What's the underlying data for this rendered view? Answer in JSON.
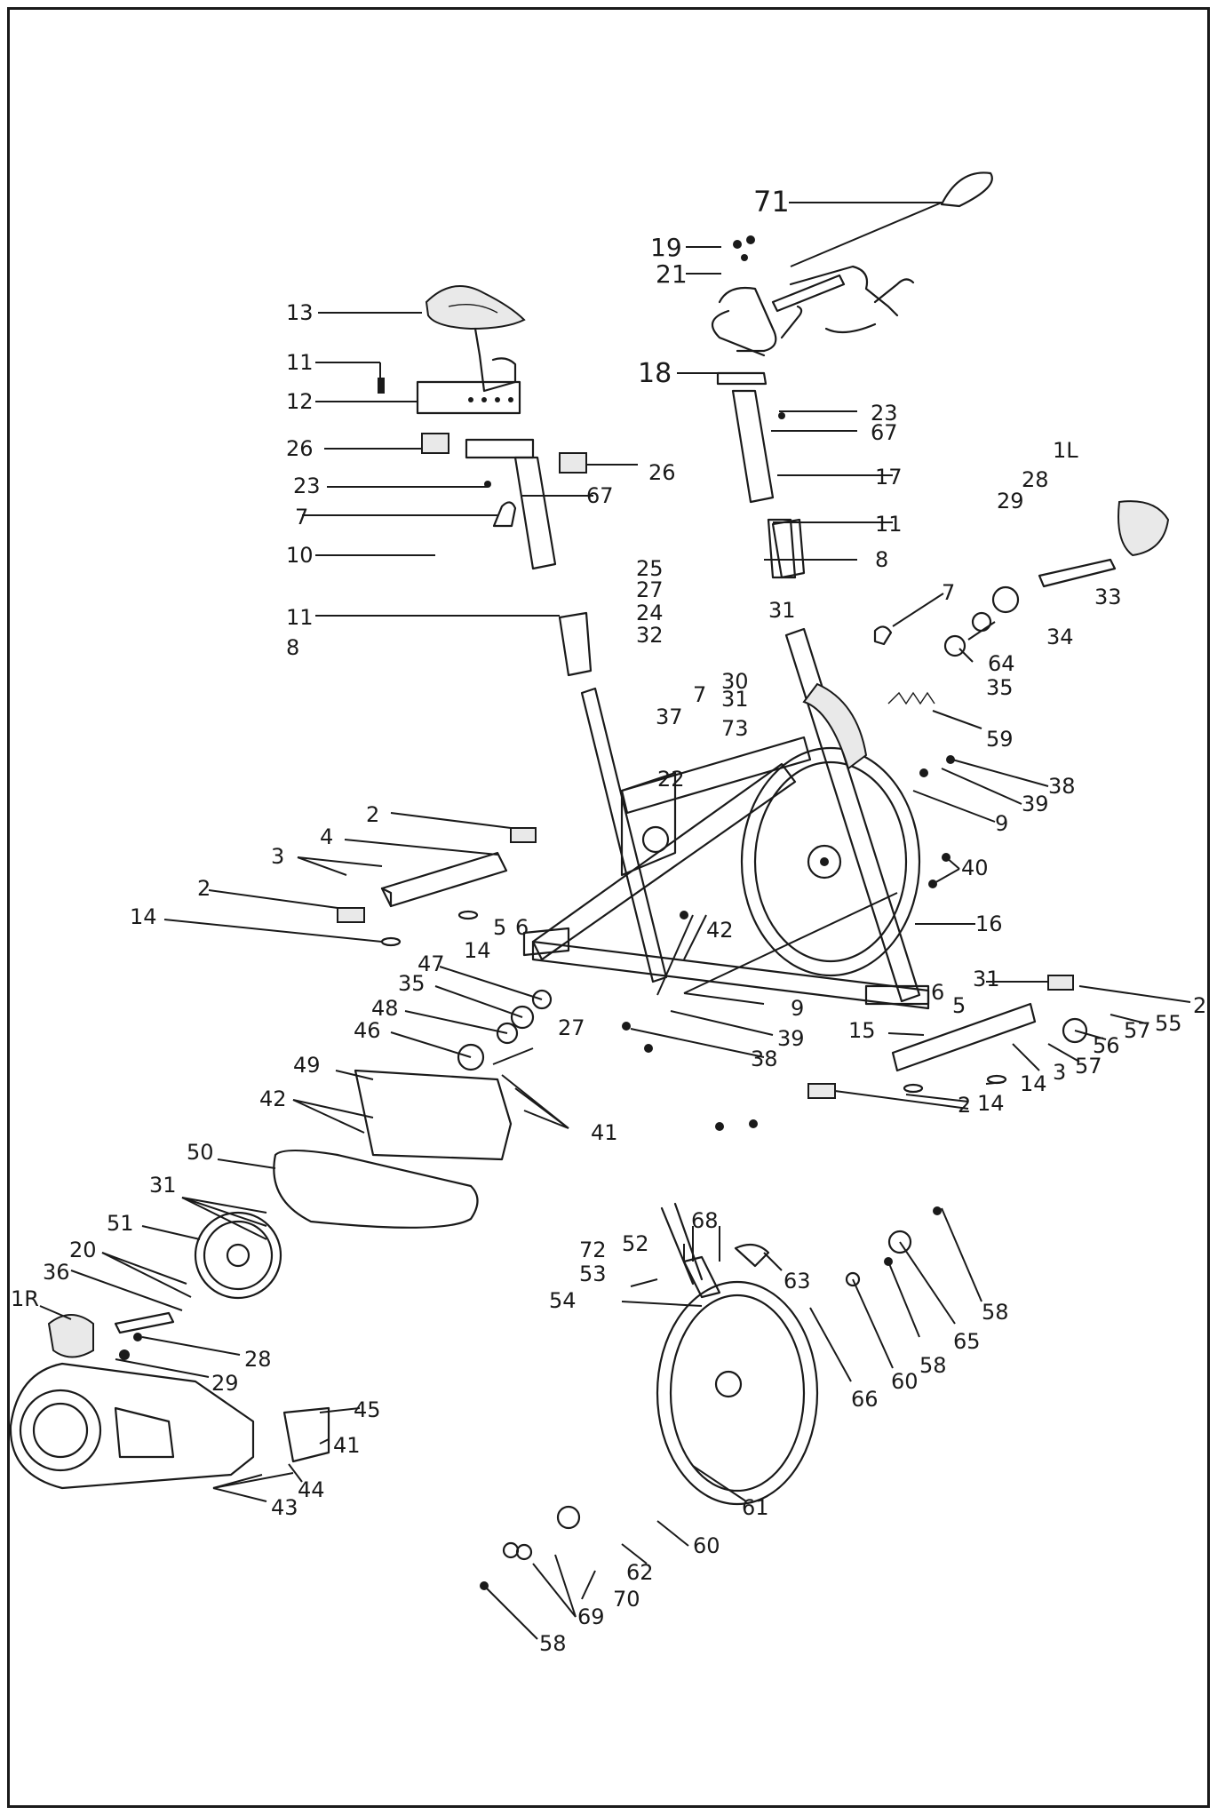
{
  "diagram": {
    "callouts": [
      "71",
      "19",
      "21",
      "13",
      "11",
      "12",
      "18",
      "23",
      "67",
      "26",
      "26",
      "23",
      "67",
      "17",
      "7",
      "11",
      "1L",
      "28",
      "29",
      "10",
      "8",
      "25",
      "27",
      "24",
      "31",
      "32",
      "33",
      "7",
      "34",
      "64",
      "11",
      "8",
      "7",
      "30",
      "31",
      "35",
      "37",
      "73",
      "59",
      "22",
      "38",
      "39",
      "9",
      "2",
      "4",
      "3",
      "40",
      "2",
      "42",
      "16",
      "14",
      "5",
      "6",
      "14",
      "47",
      "35",
      "48",
      "27",
      "9",
      "46",
      "39",
      "6",
      "31",
      "5",
      "2",
      "55",
      "57",
      "56",
      "15",
      "57",
      "3",
      "14",
      "38",
      "49",
      "2",
      "14",
      "42",
      "41",
      "50",
      "31",
      "51",
      "72",
      "52",
      "68",
      "53",
      "63",
      "20",
      "36",
      "54",
      "58",
      "65",
      "1R",
      "28",
      "58",
      "60",
      "66",
      "29",
      "45",
      "41",
      "44",
      "61",
      "43",
      "60",
      "62",
      "70",
      "69",
      "58"
    ]
  }
}
